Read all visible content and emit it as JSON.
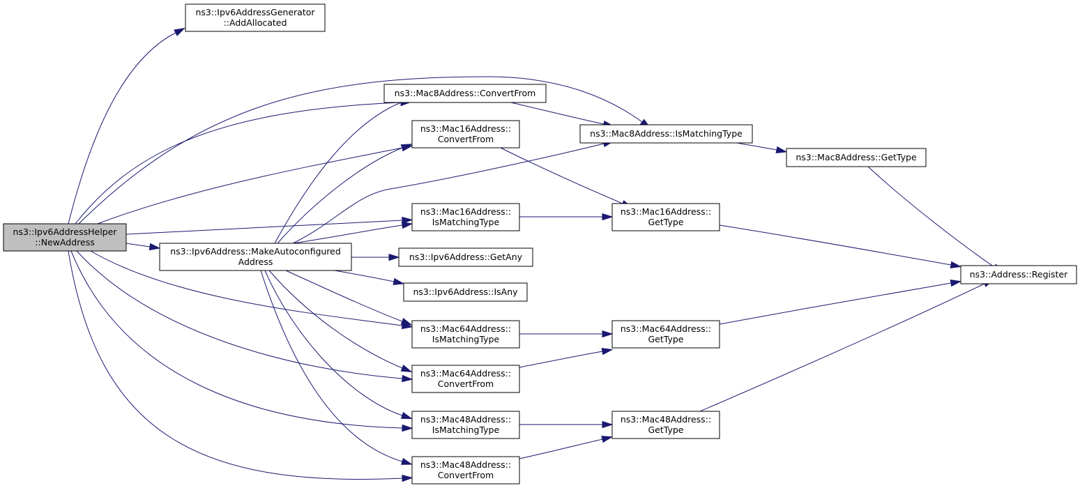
{
  "graph": {
    "nodes": [
      {
        "id": "n0",
        "lines": [
          "ns3::Ipv6AddressHelper",
          "::NewAddress"
        ],
        "root": true
      },
      {
        "id": "n1",
        "lines": [
          "ns3::Ipv6AddressGenerator",
          "::AddAllocated"
        ]
      },
      {
        "id": "n2",
        "lines": [
          "ns3::Mac8Address::ConvertFrom"
        ]
      },
      {
        "id": "n3",
        "lines": [
          "ns3::Mac16Address::",
          "ConvertFrom"
        ]
      },
      {
        "id": "n4",
        "lines": [
          "ns3::Mac8Address::IsMatchingType"
        ]
      },
      {
        "id": "n5",
        "lines": [
          "ns3::Mac8Address::GetType"
        ]
      },
      {
        "id": "n6",
        "lines": [
          "ns3::Mac16Address::",
          "IsMatchingType"
        ]
      },
      {
        "id": "n7",
        "lines": [
          "ns3::Mac16Address::",
          "GetType"
        ]
      },
      {
        "id": "n8",
        "lines": [
          "ns3::Ipv6Address::MakeAutoconfigured",
          "Address"
        ]
      },
      {
        "id": "n9",
        "lines": [
          "ns3::Ipv6Address::GetAny"
        ]
      },
      {
        "id": "n10",
        "lines": [
          "ns3::Ipv6Address::IsAny"
        ]
      },
      {
        "id": "n11",
        "lines": [
          "ns3::Address::Register"
        ]
      },
      {
        "id": "n12",
        "lines": [
          "ns3::Mac64Address::",
          "IsMatchingType"
        ]
      },
      {
        "id": "n13",
        "lines": [
          "ns3::Mac64Address::",
          "GetType"
        ]
      },
      {
        "id": "n14",
        "lines": [
          "ns3::Mac64Address::",
          "ConvertFrom"
        ]
      },
      {
        "id": "n15",
        "lines": [
          "ns3::Mac48Address::",
          "IsMatchingType"
        ]
      },
      {
        "id": "n16",
        "lines": [
          "ns3::Mac48Address::",
          "GetType"
        ]
      },
      {
        "id": "n17",
        "lines": [
          "ns3::Mac48Address::",
          "ConvertFrom"
        ]
      }
    ],
    "edges": [
      {
        "from": "n0",
        "to": "n1"
      },
      {
        "from": "n0",
        "to": "n2"
      },
      {
        "from": "n0",
        "to": "n4"
      },
      {
        "from": "n0",
        "to": "n3"
      },
      {
        "from": "n0",
        "to": "n6"
      },
      {
        "from": "n0",
        "to": "n8"
      },
      {
        "from": "n0",
        "to": "n12"
      },
      {
        "from": "n0",
        "to": "n14"
      },
      {
        "from": "n0",
        "to": "n15"
      },
      {
        "from": "n0",
        "to": "n17"
      },
      {
        "from": "n8",
        "to": "n2"
      },
      {
        "from": "n8",
        "to": "n3"
      },
      {
        "from": "n8",
        "to": "n4"
      },
      {
        "from": "n8",
        "to": "n6"
      },
      {
        "from": "n8",
        "to": "n9"
      },
      {
        "from": "n8",
        "to": "n10"
      },
      {
        "from": "n8",
        "to": "n12"
      },
      {
        "from": "n8",
        "to": "n14"
      },
      {
        "from": "n8",
        "to": "n15"
      },
      {
        "from": "n8",
        "to": "n17"
      },
      {
        "from": "n2",
        "to": "n4"
      },
      {
        "from": "n4",
        "to": "n5"
      },
      {
        "from": "n3",
        "to": "n7"
      },
      {
        "from": "n6",
        "to": "n7"
      },
      {
        "from": "n5",
        "to": "n11"
      },
      {
        "from": "n7",
        "to": "n11"
      },
      {
        "from": "n12",
        "to": "n13"
      },
      {
        "from": "n14",
        "to": "n13"
      },
      {
        "from": "n13",
        "to": "n11"
      },
      {
        "from": "n15",
        "to": "n16"
      },
      {
        "from": "n17",
        "to": "n16"
      },
      {
        "from": "n16",
        "to": "n11"
      }
    ]
  }
}
